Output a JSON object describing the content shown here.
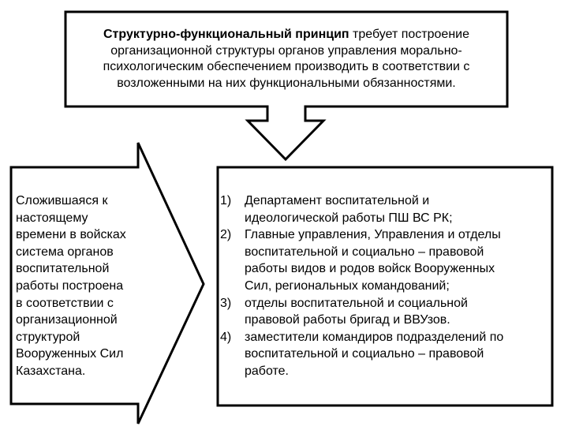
{
  "diagram": {
    "top_box": {
      "bold_lead": "Структурно-функциональный принцип",
      "lines": [
        " требует построение",
        "организационной структуры органов управления морально-",
        "психологическим обеспечением производить в соответствии с",
        "возложенными на них функциональными обязанностями."
      ]
    },
    "left_box": {
      "lines": [
        "Сложившаяся к",
        "настоящему",
        "времени в войсках",
        "система органов",
        "воспитательной",
        "работы построена",
        "в соответствии с",
        "организационной",
        "структурой",
        "Вооруженных Сил",
        "Казахстана."
      ]
    },
    "right_box": {
      "items": [
        {
          "number": "1)",
          "lines": [
            "Департамент воспитательной и",
            "идеологической работы ПШ ВС РК;"
          ]
        },
        {
          "number": "2)",
          "lines": [
            "Главные управления, Управления и отделы",
            "воспитательной и социально – правовой",
            "работы видов и родов войск Вооруженных",
            "Сил, региональных командований;"
          ]
        },
        {
          "number": "3)",
          "lines": [
            "отделы воспитательной и социальной",
            "правовой работы бригад и ВВУзов."
          ]
        },
        {
          "number": "4)",
          "lines": [
            "заместители командиров подразделений по",
            "воспитательной и социально – правовой",
            "работе."
          ]
        }
      ]
    },
    "colors": {
      "stroke": "#000000",
      "fill": "#ffffff",
      "text": "#000000"
    }
  }
}
